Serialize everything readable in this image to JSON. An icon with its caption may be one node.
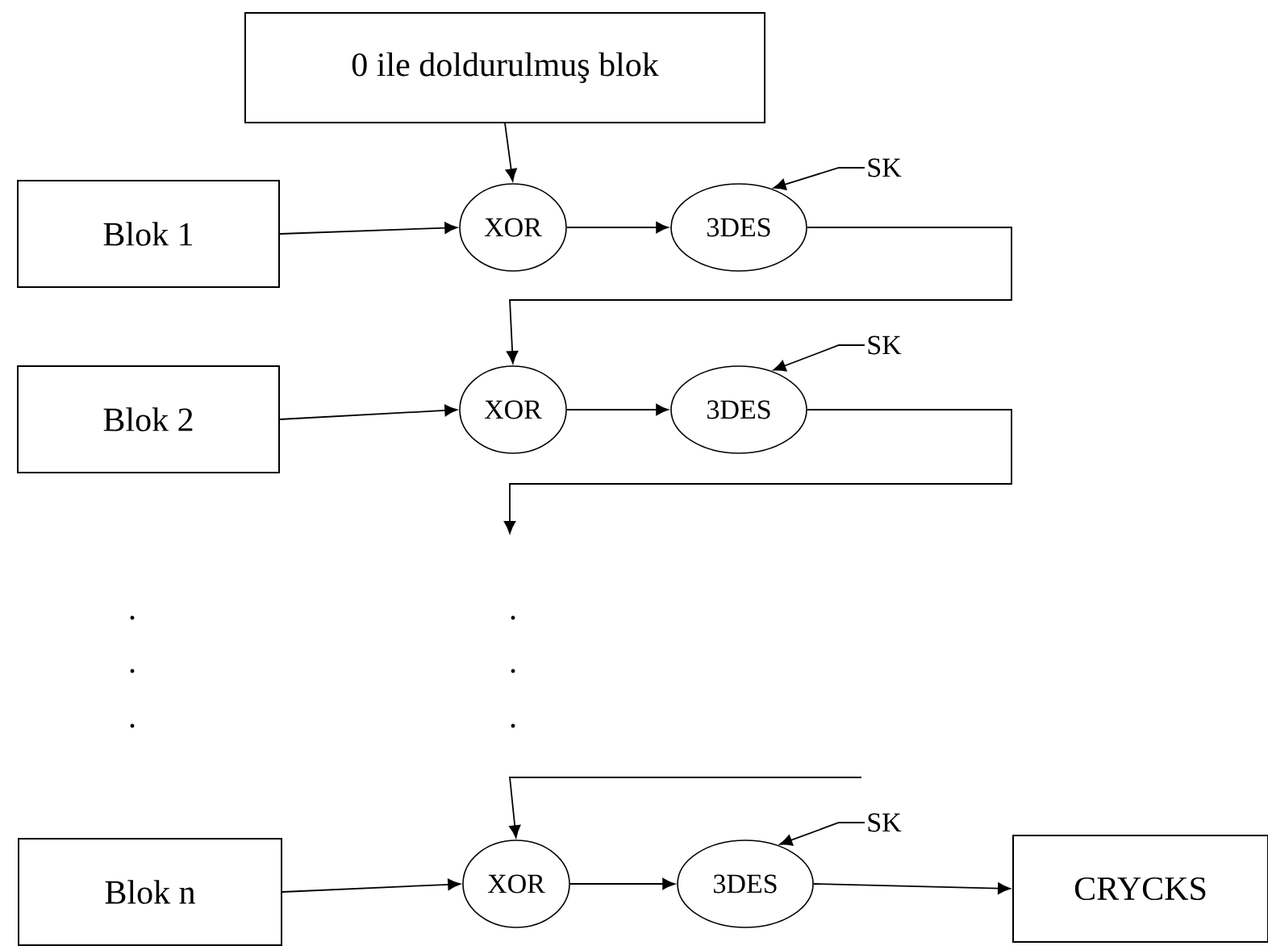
{
  "diagram": {
    "nodes": [
      {
        "text": [
          "0 ile doldurulmuş blok"
        ]
      },
      {
        "text": [
          "Blok 1"
        ]
      },
      {
        "text": [
          "XOR"
        ]
      },
      {
        "text": [
          "3DES"
        ]
      },
      {
        "text": [
          "SK"
        ]
      },
      {
        "text": [
          "Blok 2"
        ]
      },
      {
        "text": [
          "XOR"
        ]
      },
      {
        "text": [
          "3DES"
        ]
      },
      {
        "text": [
          "SK"
        ]
      },
      {
        "text": [
          "Blok n"
        ]
      },
      {
        "text": [
          "XOR"
        ]
      },
      {
        "text": [
          "3DES"
        ]
      },
      {
        "text": [
          "SK"
        ]
      },
      {
        "text": [
          "CRYCKS"
        ]
      }
    ],
    "edges": [
      {
        "from": 0,
        "to": 2,
        "arrow": "to"
      },
      {
        "from": 1,
        "to": 2,
        "arrow": "to"
      },
      {
        "from": 2,
        "to": 3,
        "arrow": "to"
      },
      {
        "from": 4,
        "to": 3,
        "arrow": "to"
      },
      {
        "from": 3,
        "to": 6,
        "arrow": "to"
      },
      {
        "from": 5,
        "to": 6,
        "arrow": "to"
      },
      {
        "from": 6,
        "to": 7,
        "arrow": "to"
      },
      {
        "from": 8,
        "to": 7,
        "arrow": "to"
      },
      {
        "from": 7,
        "to": null,
        "arrow": "to"
      },
      {
        "from": null,
        "to": 10,
        "arrow": "to"
      },
      {
        "from": 9,
        "to": 10,
        "arrow": "to"
      },
      {
        "from": 10,
        "to": 11,
        "arrow": "to"
      },
      {
        "from": 12,
        "to": 11,
        "arrow": "to"
      },
      {
        "from": 11,
        "to": 13,
        "arrow": "to"
      }
    ]
  }
}
